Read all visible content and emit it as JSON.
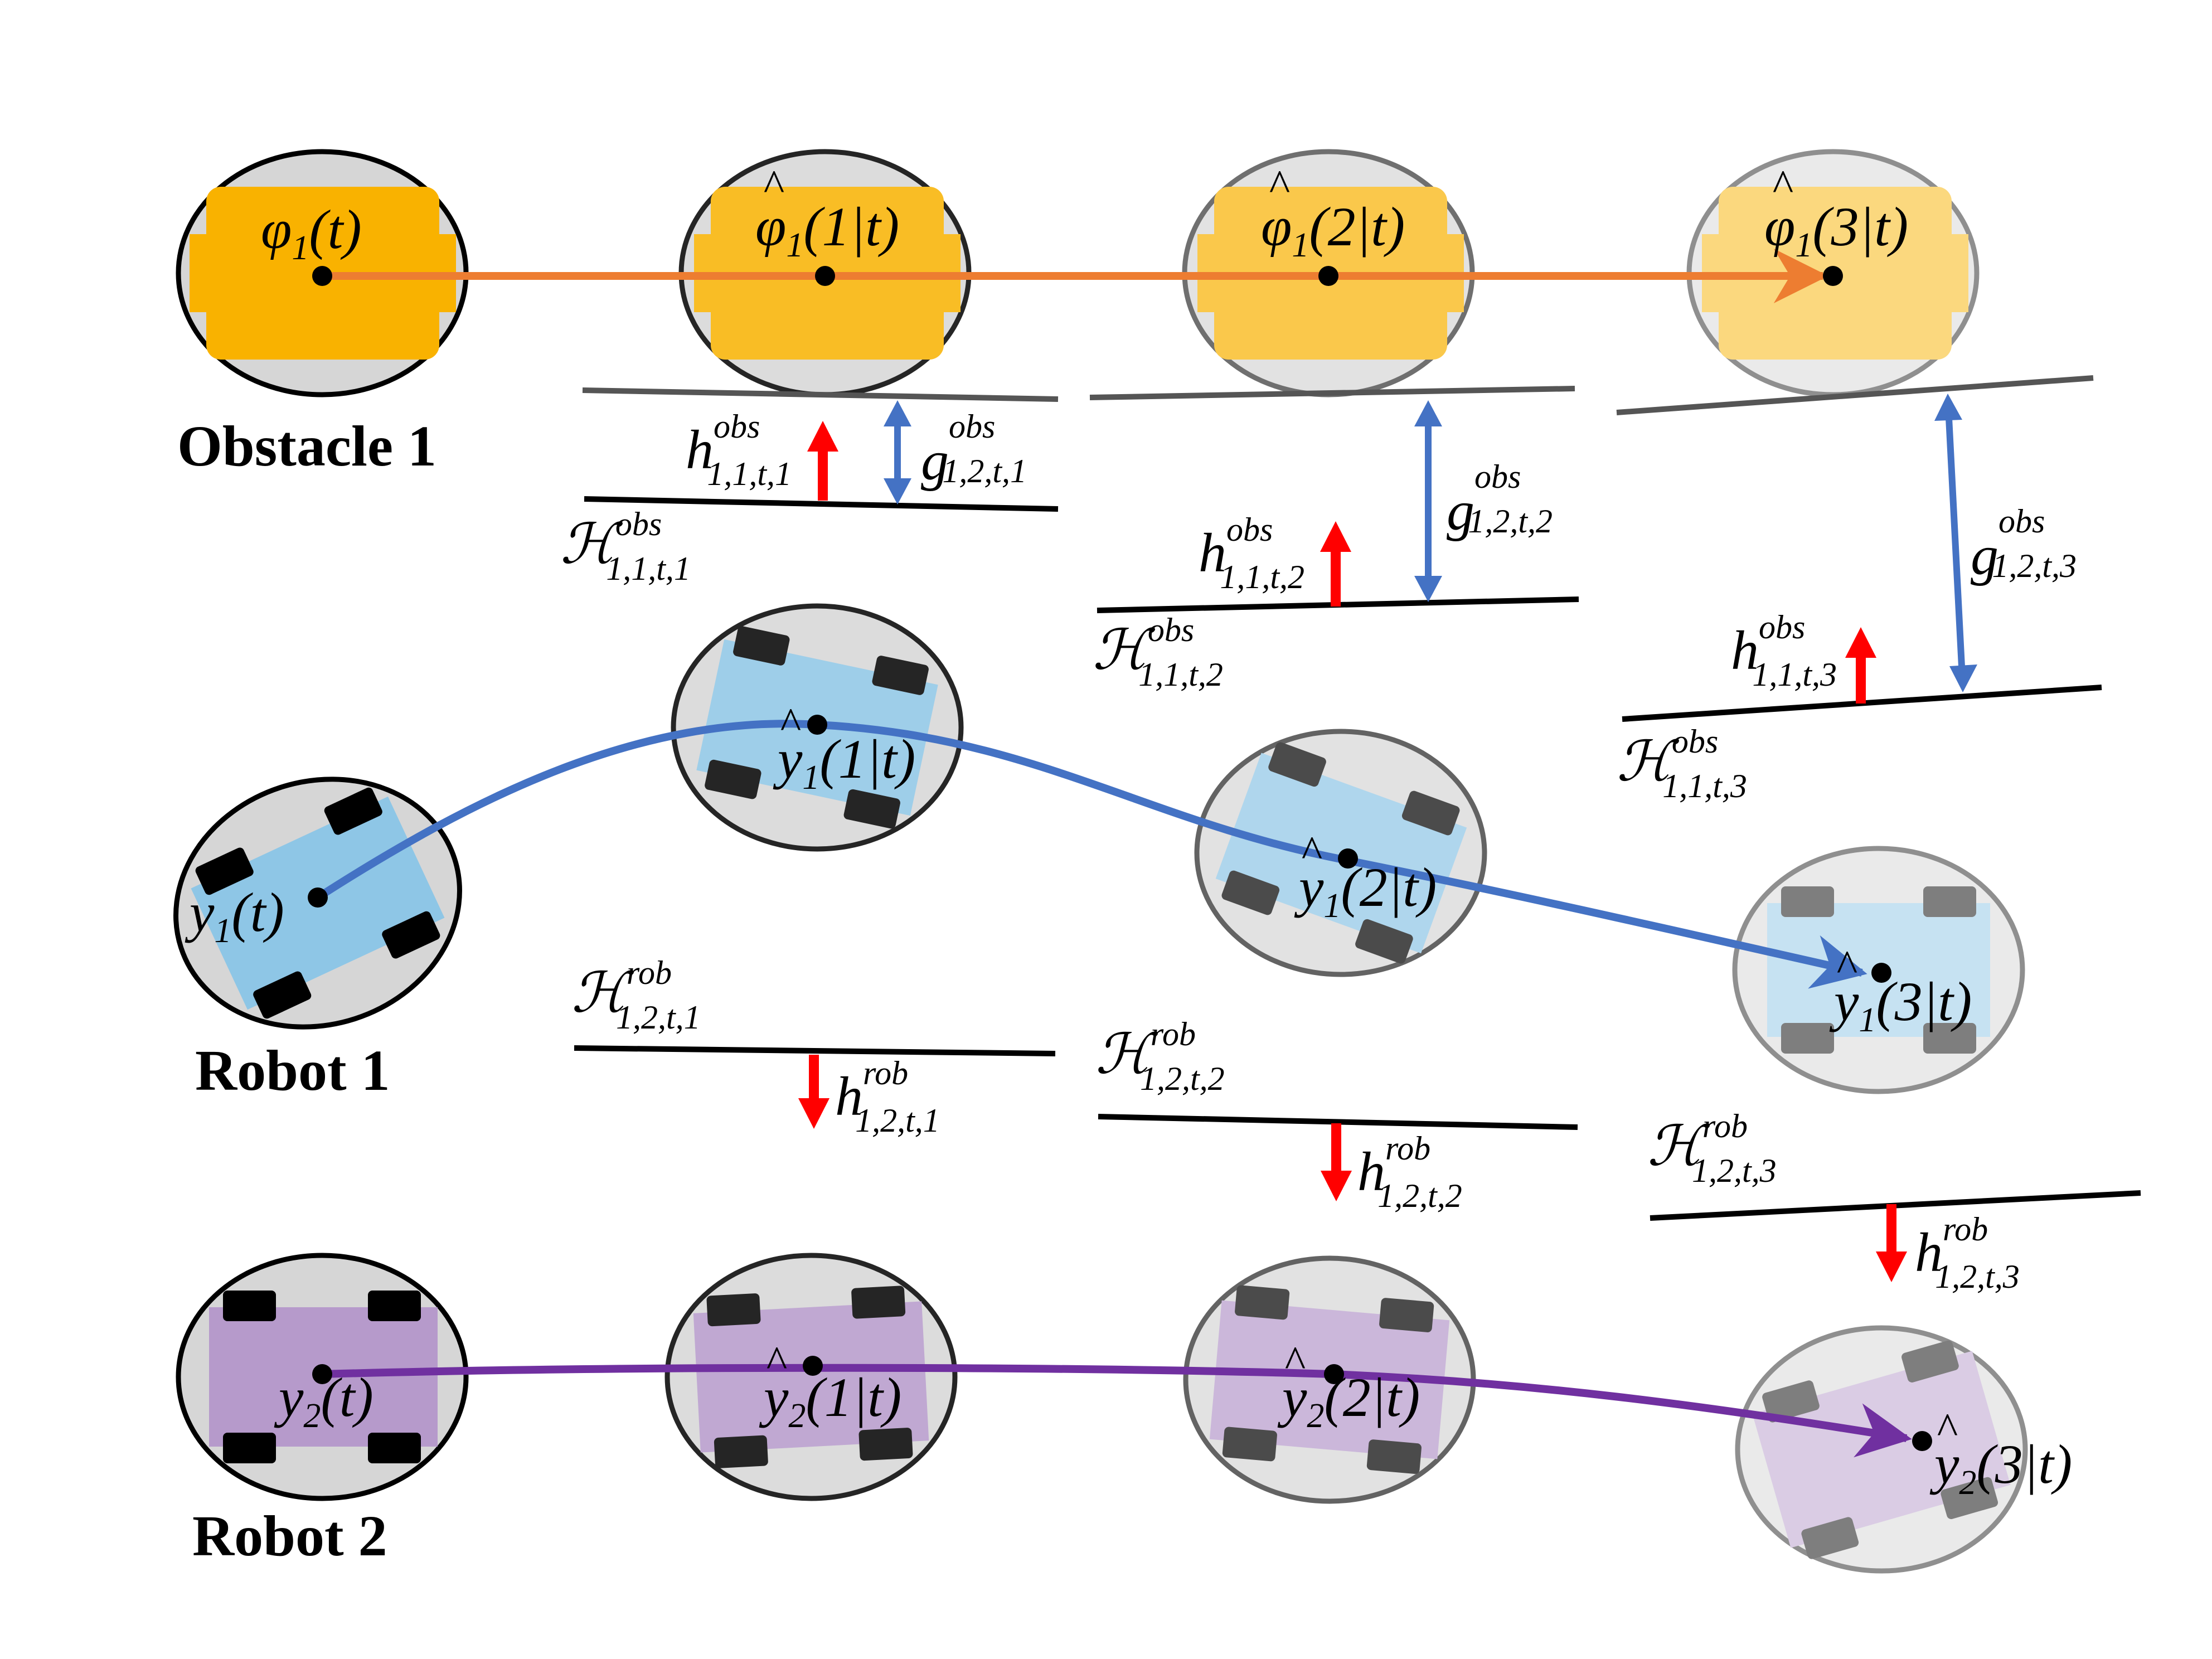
{
  "colors": {
    "obstacle_body": "#F9B200",
    "robot1_body": "#8EC6E6",
    "robot2_body": "#B69ACB",
    "ellipse_fill": "#D6D6D6",
    "orange_path": "#ED7D31",
    "blue_path": "#4472C4",
    "purple_path": "#7030A0",
    "h_arrow": "#FF0000",
    "g_arrow": "#4472C4",
    "obstacle_plane": "#555555",
    "plane": "#000000"
  },
  "entities": {
    "obstacle1": "Obstacle 1",
    "robot1": "Robot 1",
    "robot2": "Robot 2"
  },
  "states": {
    "obstacle": [
      {
        "base": "φ",
        "hat": false,
        "sub": "1",
        "arg": "(t)"
      },
      {
        "base": "φ",
        "hat": true,
        "sub": "1",
        "arg": "(1|t)"
      },
      {
        "base": "φ",
        "hat": true,
        "sub": "1",
        "arg": "(2|t)"
      },
      {
        "base": "φ",
        "hat": true,
        "sub": "1",
        "arg": "(3|t)"
      }
    ],
    "robot1": [
      {
        "base": "y",
        "hat": false,
        "sub": "1",
        "arg": "(t)"
      },
      {
        "base": "y",
        "hat": true,
        "sub": "1",
        "arg": "(1|t)"
      },
      {
        "base": "y",
        "hat": true,
        "sub": "1",
        "arg": "(2|t)"
      },
      {
        "base": "y",
        "hat": true,
        "sub": "1",
        "arg": "(3|t)"
      }
    ],
    "robot2": [
      {
        "base": "y",
        "hat": false,
        "sub": "2",
        "arg": "(t)"
      },
      {
        "base": "y",
        "hat": true,
        "sub": "2",
        "arg": "(1|t)"
      },
      {
        "base": "y",
        "hat": true,
        "sub": "2",
        "arg": "(2|t)"
      },
      {
        "base": "y",
        "hat": true,
        "sub": "2",
        "arg": "(3|t)"
      }
    ]
  },
  "obs_planes": [
    {
      "H": "ℋ",
      "H_sup": "obs",
      "H_sub": "1,1,t,1",
      "h": "h",
      "h_sup": "obs",
      "h_sub": "1,1,t,1",
      "g": "g",
      "g_sup": "obs",
      "g_sub": "1,2,t,1"
    },
    {
      "H": "ℋ",
      "H_sup": "obs",
      "H_sub": "1,1,t,2",
      "h": "h",
      "h_sup": "obs",
      "h_sub": "1,1,t,2",
      "g": "g",
      "g_sup": "obs",
      "g_sub": "1,2,t,2"
    },
    {
      "H": "ℋ",
      "H_sup": "obs",
      "H_sub": "1,1,t,3",
      "h": "h",
      "h_sup": "obs",
      "h_sub": "1,1,t,3",
      "g": "g",
      "g_sup": "obs",
      "g_sub": "1,2,t,3"
    }
  ],
  "rob_planes": [
    {
      "H": "ℋ",
      "H_sup": "rob",
      "H_sub": "1,2,t,1",
      "h": "h",
      "h_sup": "rob",
      "h_sub": "1,2,t,1"
    },
    {
      "H": "ℋ",
      "H_sup": "rob",
      "H_sub": "1,2,t,2",
      "h": "h",
      "h_sup": "rob",
      "h_sub": "1,2,t,2"
    },
    {
      "H": "ℋ",
      "H_sup": "rob",
      "H_sub": "1,2,t,3",
      "h": "h",
      "h_sup": "rob",
      "h_sub": "1,2,t,3"
    }
  ]
}
